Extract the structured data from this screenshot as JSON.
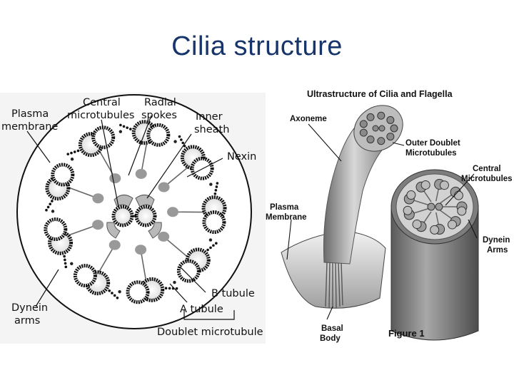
{
  "slide": {
    "title": "Cilia structure"
  },
  "left_diagram": {
    "labels": {
      "plasma_membrane_1": "Plasma",
      "plasma_membrane_2": "membrane",
      "central_1": "Central",
      "central_2": "microtubules",
      "radial_1": "Radial",
      "radial_2": "spokes",
      "inner_1": "Inner",
      "inner_2": "sheath",
      "nexin": "Nexin",
      "b_tubule": "B tubule",
      "a_tubule": "A tubule",
      "doublet": "Doublet microtubule",
      "dynein_1": "Dynein",
      "dynein_2": "arms"
    },
    "doublet_count": 9,
    "central_pair_count": 2
  },
  "right_diagram": {
    "title": "Ultrastructure of Cilia and Flagella",
    "labels": {
      "axoneme": "Axoneme",
      "outer_doublet_1": "Outer Doublet",
      "outer_doublet_2": "Microtubules",
      "central_1": "Central",
      "central_2": "Microtubules",
      "plasma_1": "Plasma",
      "plasma_2": "Membrane",
      "dynein_1": "Dynein",
      "dynein_2": "Arms",
      "basal_1": "Basal",
      "basal_2": "Body"
    },
    "figure_caption": "Figure 1"
  }
}
